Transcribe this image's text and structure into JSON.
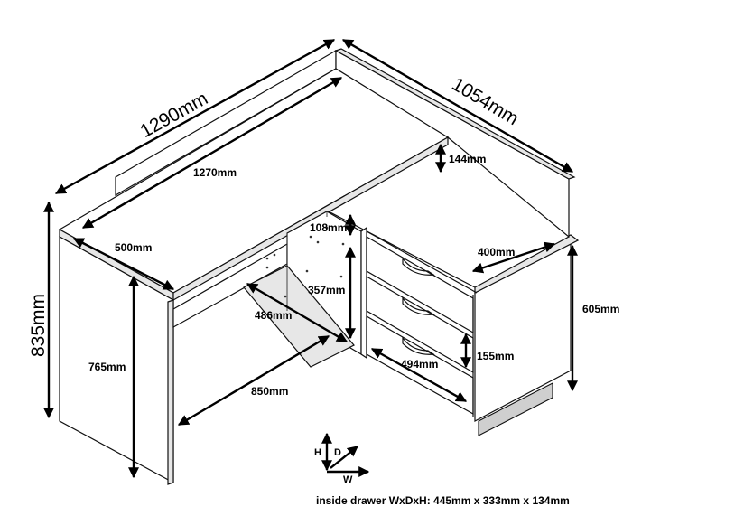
{
  "dimensions": {
    "total_width": "1290mm",
    "total_depth": "1054mm",
    "total_height": "835mm",
    "top_width": "1270mm",
    "back_panel_height": "144mm",
    "desk_depth": "500mm",
    "leg_height": "765mm",
    "knee_width": "850mm",
    "shelf_gap": "108mm",
    "cabinet_opening": "357mm",
    "inner_depth": "486mm",
    "return_depth": "400mm",
    "return_height": "605mm",
    "drawer_height": "155mm",
    "drawer_depth": "494mm"
  },
  "axes": {
    "h": "H",
    "d": "D",
    "w": "W"
  },
  "caption": "inside drawer WxDxH: 445mm x 333mm x 134mm"
}
